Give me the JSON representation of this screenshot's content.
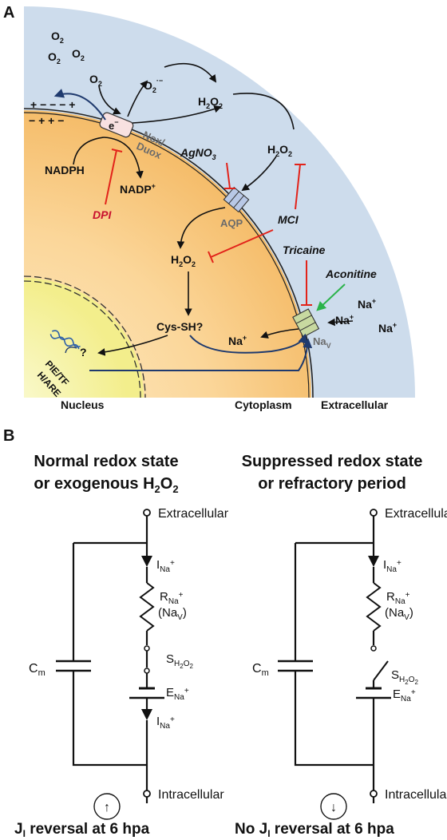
{
  "panel_a": {
    "letter": "A",
    "o2_labels": [
      "O2",
      "O2",
      "O2",
      "O2"
    ],
    "superoxide": "O2·−",
    "h2o2": "H2O2",
    "electron": "e−",
    "membrane_charges_outer": "+ − − − +",
    "membrane_charges_inner": "− + + −",
    "nox_duox": "Nox/\nDuox",
    "nadph": "NADPH",
    "nadp": "NADP+",
    "dpi": "DPI",
    "agno3": "AgNO3",
    "mci": "MCI",
    "aqp": "AQP",
    "tricaine": "Tricaine",
    "aconitine": "Aconitine",
    "na_plus": "Na+",
    "nav": "NaV",
    "cys_sh": "Cys-SH?",
    "question": "?",
    "gene_label": "PIE/TF\nH/ARE",
    "nucleus": "Nucleus",
    "cytoplasm": "Cytoplasm",
    "extracellular": "Extracellular"
  },
  "panel_b": {
    "letter": "B",
    "left": {
      "title_line1": "Normal redox state",
      "title_line2": "or exogenous H2O2",
      "top_terminal": "Extracellular",
      "bottom_terminal": "Intracellular",
      "capacitor": "Cm",
      "current_top": "INa+",
      "resistor": "RNa+",
      "resistor_sub": "(NaV)",
      "switch": "SH2O2",
      "battery": "ENa+",
      "current_bottom": "INa+",
      "flux_symbol": "↑",
      "caption": "JI reversal at 6 hpa"
    },
    "right": {
      "title_line1": "Suppressed redox state",
      "title_line2": "or refractory period",
      "top_terminal": "Extracellular",
      "bottom_terminal": "Intracellular",
      "capacitor": "Cm",
      "current_top": "INa+",
      "resistor": "RNa+",
      "resistor_sub": "(NaV)",
      "switch": "SH2O2",
      "battery": "ENa+",
      "flux_symbol": "↓",
      "caption": "No JI reversal at 6 hpa"
    }
  },
  "colors": {
    "extracellular_bg": "#cddcec",
    "cytoplasm": "#f9cf8a",
    "nucleus": "#f7f4a8",
    "inhibitor_red": "#e2231a",
    "activator_green": "#2bb34a",
    "arrow_navy": "#1f3a6e"
  }
}
